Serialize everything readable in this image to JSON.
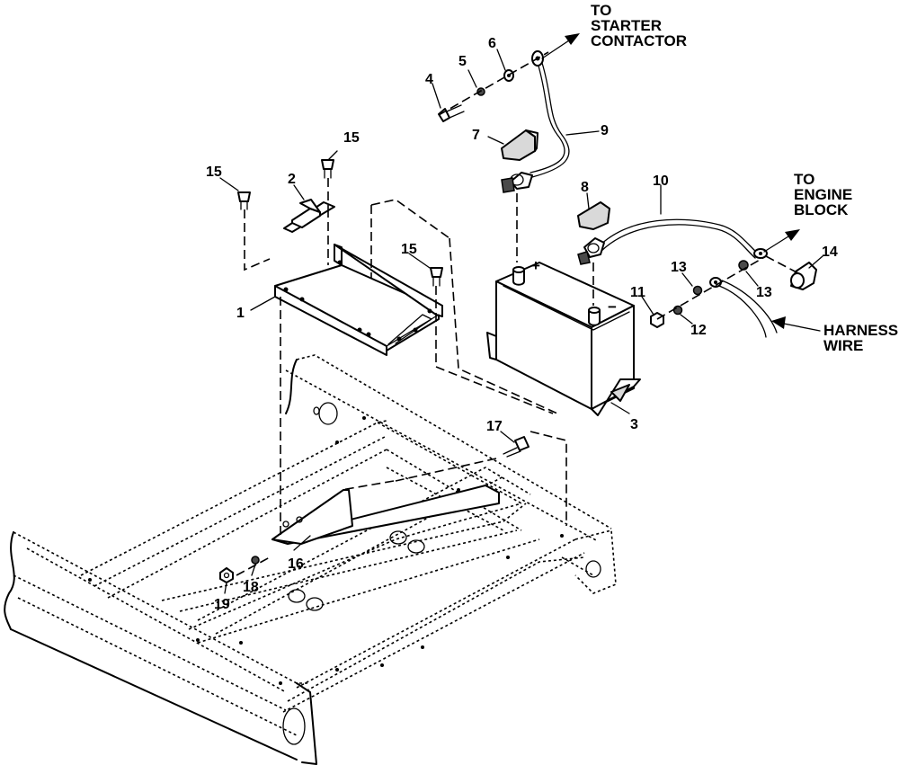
{
  "callouts": {
    "c1": "1",
    "c2": "2",
    "c3": "3",
    "c4": "4",
    "c5": "5",
    "c6": "6",
    "c7": "7",
    "c8": "8",
    "c9": "9",
    "c10": "10",
    "c11": "11",
    "c12": "12",
    "c13a": "13",
    "c13b": "13",
    "c14": "14",
    "c15a": "15",
    "c15b": "15",
    "c15c": "15",
    "c16": "16",
    "c17": "17",
    "c18": "18",
    "c19": "19"
  },
  "labels": {
    "starter_l1": "TO",
    "starter_l2": "STARTER",
    "starter_l3": "CONTACTOR",
    "engine_l1": "TO",
    "engine_l2": "ENGINE",
    "engine_l3": "BLOCK",
    "harness_l1": "HARNESS",
    "harness_l2": "WIRE"
  },
  "terminals": {
    "positive": "+",
    "negative": "−"
  }
}
